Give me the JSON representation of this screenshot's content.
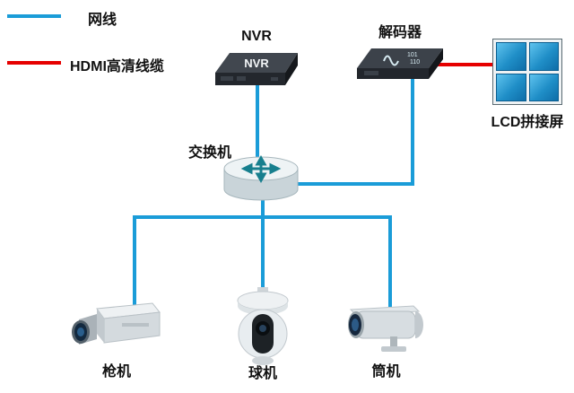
{
  "colors": {
    "network_line": "#1a9cd8",
    "hdmi_line": "#e60000"
  },
  "legend": {
    "items": [
      {
        "label": "网线",
        "type": "network"
      },
      {
        "label": "HDMI高清线缆",
        "type": "hdmi"
      }
    ]
  },
  "devices": {
    "nvr": {
      "title": "NVR",
      "screen_text": "NVR"
    },
    "decoder": {
      "title": "解码器",
      "icon_digits_top": "101",
      "icon_digits_bottom": "110"
    },
    "lcd": {
      "title": "LCD拼接屏"
    },
    "switch": {
      "title": "交换机"
    },
    "camera_gun": {
      "title": "枪机"
    },
    "camera_dome": {
      "title": "球机"
    },
    "camera_tube": {
      "title": "筒机"
    }
  }
}
